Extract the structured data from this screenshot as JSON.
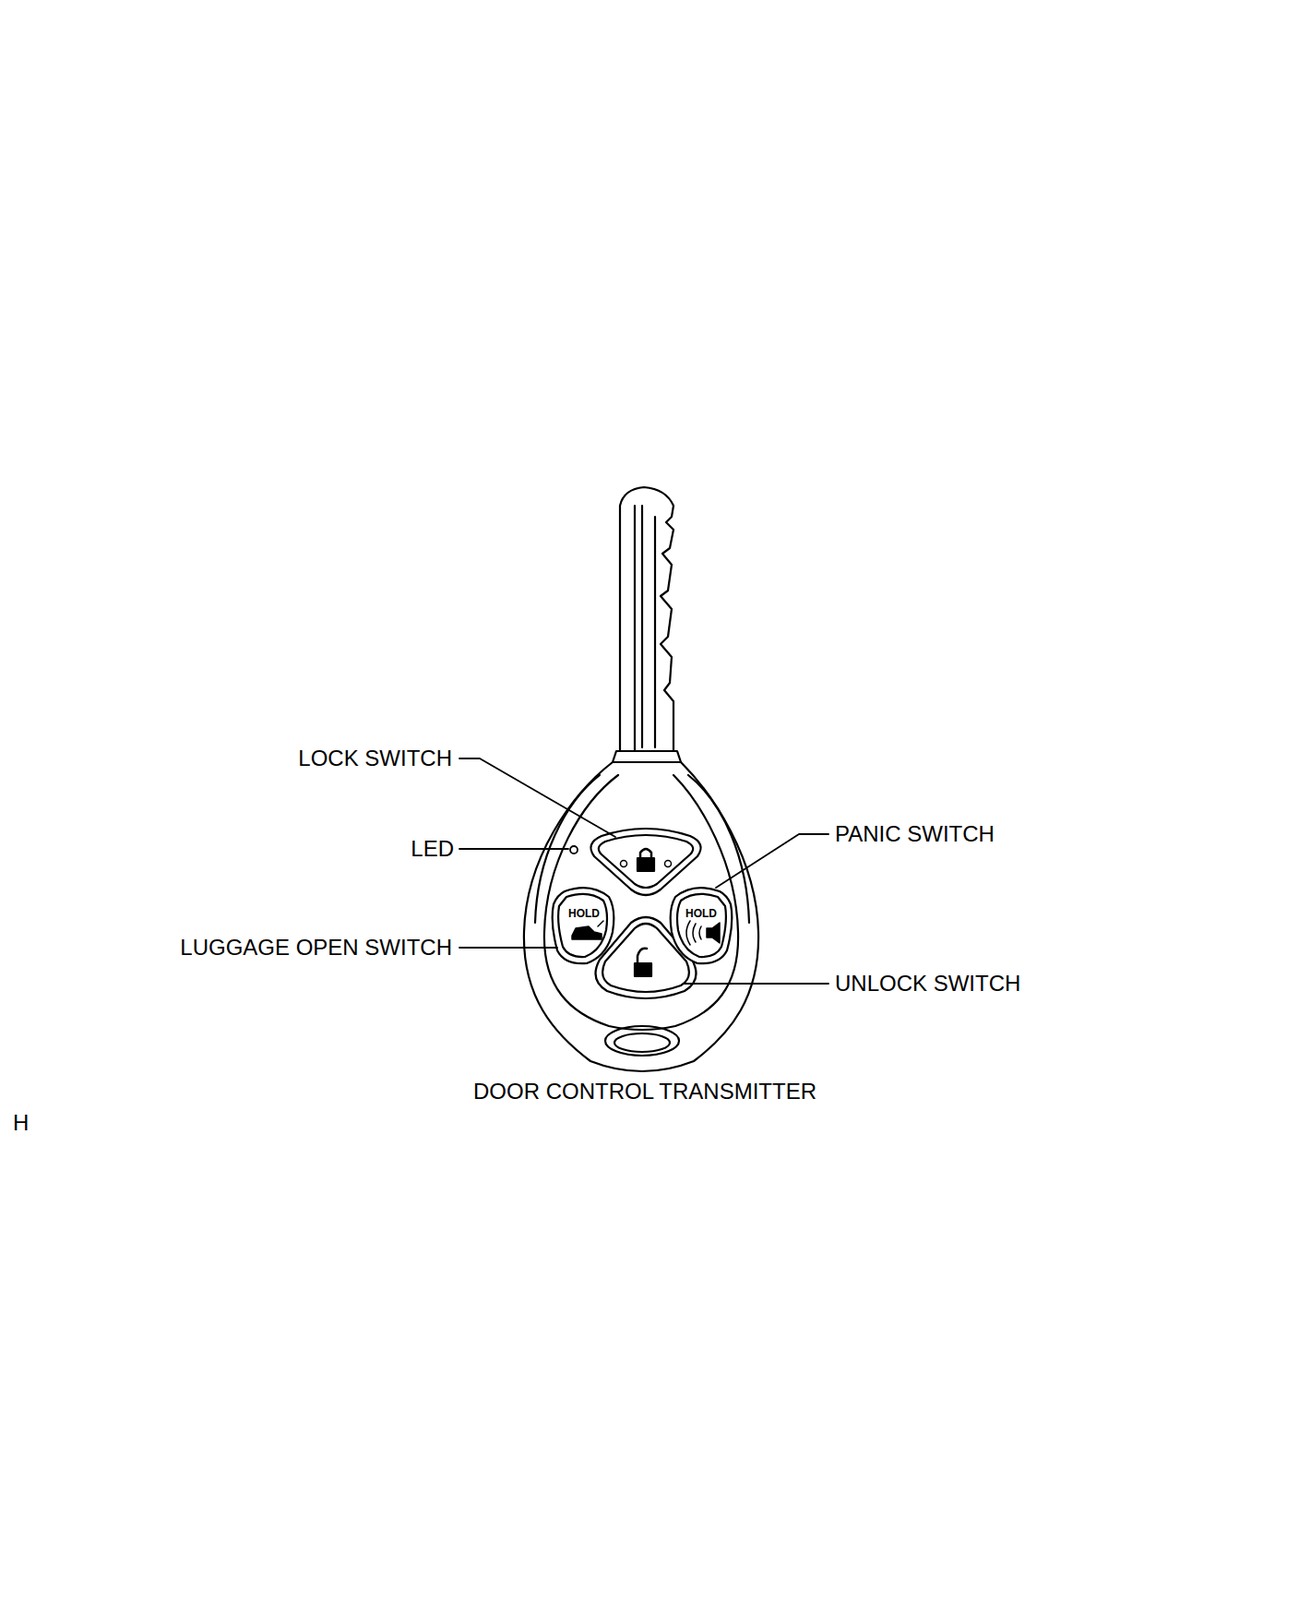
{
  "diagram": {
    "caption": "DOOR CONTROL TRANSMITTER",
    "labels": [
      "LOCK SWITCH",
      "LED",
      "PANIC SWITCH",
      "LUGGAGE OPEN SWITCH",
      "UNLOCK SWITCH",
      "HOLD",
      "HOLD",
      "H"
    ]
  }
}
